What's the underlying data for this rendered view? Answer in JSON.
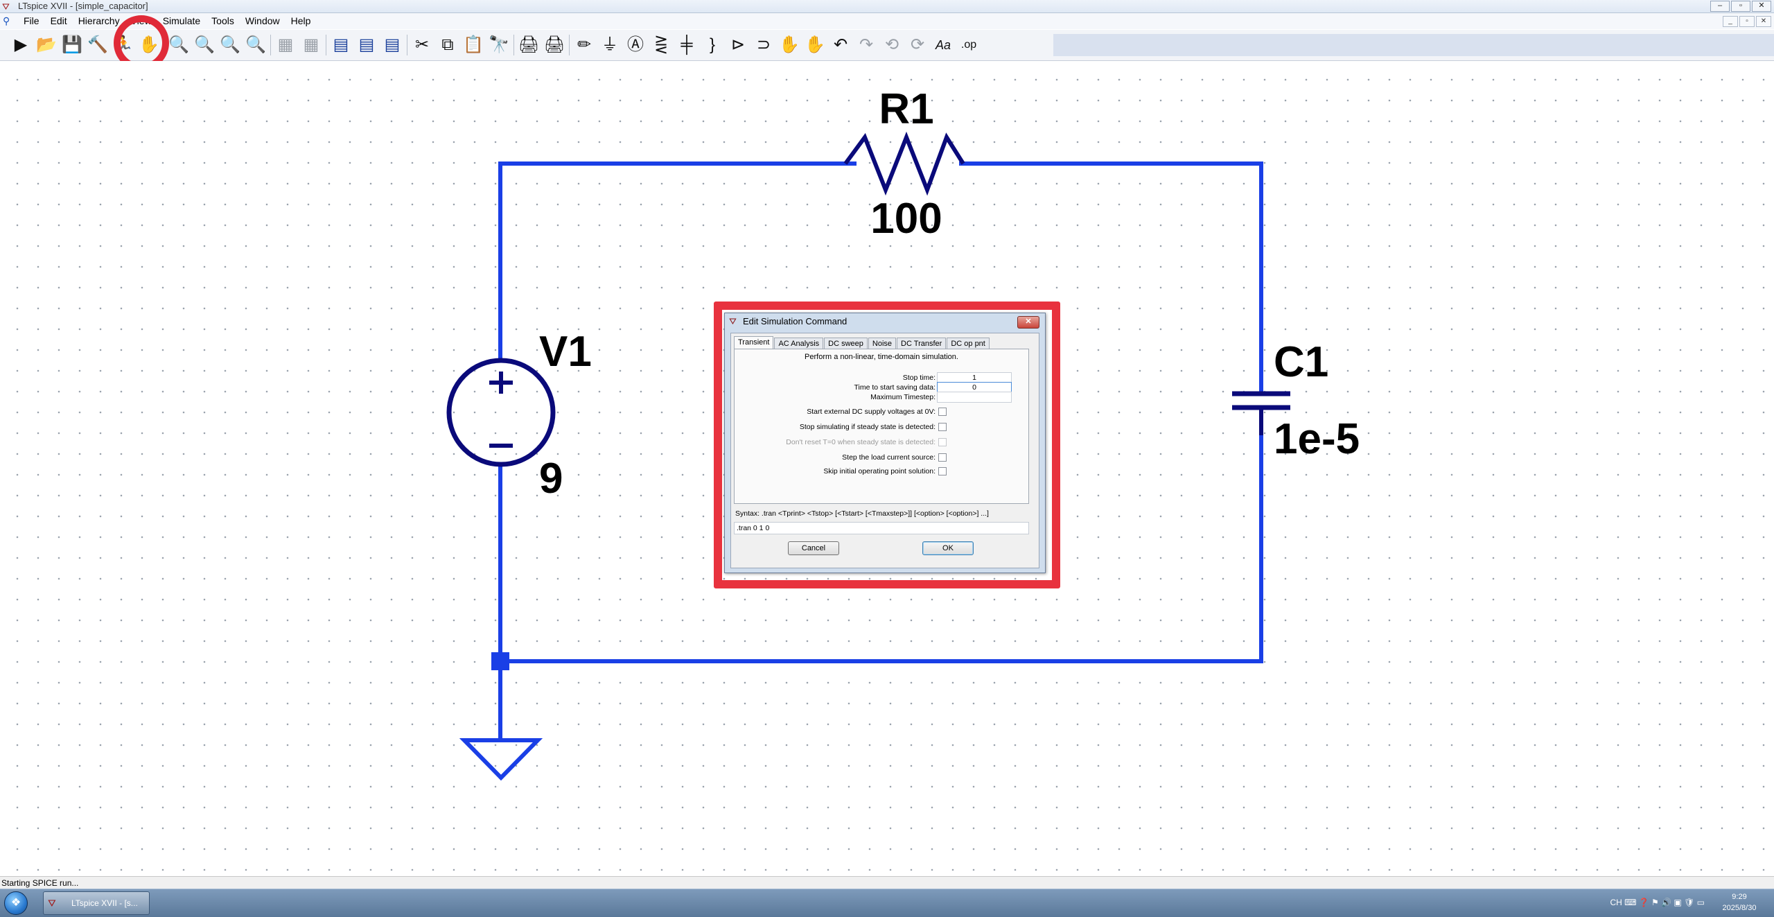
{
  "window": {
    "title": "LTspice XVII - [simple_capacitor]",
    "buttons": {
      "minimize": "–",
      "restore": "▫",
      "close": "✕"
    }
  },
  "menubar": {
    "items": [
      "File",
      "Edit",
      "Hierarchy",
      "View",
      "Simulate",
      "Tools",
      "Window",
      "Help"
    ],
    "mdi_buttons": {
      "minimize": "_",
      "restore": "▫",
      "close": "✕"
    }
  },
  "toolbar": {
    "buttons": [
      {
        "icon": "open-schematic-icon",
        "glyph": "▶"
      },
      {
        "icon": "open-folder-icon",
        "glyph": "📂"
      },
      {
        "icon": "save-icon",
        "glyph": "💾"
      },
      {
        "icon": "control-panel-icon",
        "glyph": "🔨"
      },
      {
        "icon": "run-icon",
        "glyph": "🏃"
      },
      {
        "icon": "halt-icon",
        "glyph": "✋"
      },
      {
        "icon": "zoom-in-icon",
        "glyph": "🔍"
      },
      {
        "icon": "pan-icon",
        "glyph": "🔍"
      },
      {
        "icon": "zoom-out-icon",
        "glyph": "🔍"
      },
      {
        "icon": "zoom-fit-icon",
        "glyph": "🔍"
      },
      {
        "icon": "autorange-icon",
        "glyph": "▦"
      },
      {
        "icon": "delete-trace-icon",
        "glyph": "▦"
      },
      {
        "icon": "tile-horizontal-icon",
        "glyph": "▤"
      },
      {
        "icon": "cascade-icon",
        "glyph": "▤"
      },
      {
        "icon": "tile-vertical-icon",
        "glyph": "▤"
      },
      {
        "icon": "cut-icon",
        "glyph": "✂"
      },
      {
        "icon": "copy-icon",
        "glyph": "⧉"
      },
      {
        "icon": "paste-icon",
        "glyph": "📋"
      },
      {
        "icon": "find-icon",
        "glyph": "🔭"
      },
      {
        "icon": "print-preview-icon",
        "glyph": "🖨"
      },
      {
        "icon": "print-icon",
        "glyph": "🖨"
      },
      {
        "icon": "draw-wire-icon",
        "glyph": "✏"
      },
      {
        "icon": "ground-icon",
        "glyph": "⏚"
      },
      {
        "icon": "label-net-icon",
        "glyph": "Ⓐ"
      },
      {
        "icon": "resistor-icon",
        "glyph": "⋛"
      },
      {
        "icon": "capacitor-icon",
        "glyph": "╪"
      },
      {
        "icon": "inductor-icon",
        "glyph": "}"
      },
      {
        "icon": "diode-icon",
        "glyph": "⊳"
      },
      {
        "icon": "component-icon",
        "glyph": "⊃"
      },
      {
        "icon": "move-icon",
        "glyph": "✋"
      },
      {
        "icon": "drag-icon",
        "glyph": "✋"
      },
      {
        "icon": "undo-icon",
        "glyph": "↶"
      },
      {
        "icon": "redo-icon",
        "glyph": "↷"
      },
      {
        "icon": "rotate-icon",
        "glyph": "⟲"
      },
      {
        "icon": "mirror-icon",
        "glyph": "⟳"
      },
      {
        "icon": "text-icon",
        "glyph": "Aa"
      },
      {
        "icon": "spice-directive-icon",
        "glyph": ".op"
      }
    ]
  },
  "schematic": {
    "resistor": {
      "name": "R1",
      "value": "100"
    },
    "source": {
      "name": "V1",
      "value": "9"
    },
    "capacitor": {
      "name": "C1",
      "value": "1e-5"
    },
    "colors": {
      "wire": "#1a3fe6",
      "component": "#0a0a7a",
      "highlight": "#e02a38"
    }
  },
  "dialog": {
    "title": "Edit Simulation Command",
    "close_glyph": "✕",
    "tabs": [
      "Transient",
      "AC Analysis",
      "DC sweep",
      "Noise",
      "DC Transfer",
      "DC op pnt"
    ],
    "active_tab": "Transient",
    "description": "Perform a non-linear, time-domain simulation.",
    "fields": {
      "stop_time": {
        "label": "Stop time:",
        "value": "1"
      },
      "start_saving": {
        "label": "Time to start saving data:",
        "value": "0"
      },
      "max_timestep": {
        "label": "Maximum Timestep:",
        "value": ""
      }
    },
    "checkboxes": [
      {
        "label": "Start external DC supply voltages at 0V:",
        "checked": false,
        "disabled": false
      },
      {
        "label": "Stop simulating if steady state is detected:",
        "checked": false,
        "disabled": false
      },
      {
        "label": "Don't reset T=0 when steady state is detected:",
        "checked": false,
        "disabled": true
      },
      {
        "label": "Step the load current source:",
        "checked": false,
        "disabled": false
      },
      {
        "label": "Skip initial operating point solution:",
        "checked": false,
        "disabled": false
      }
    ],
    "syntax": "Syntax:  .tran <Tprint> <Tstop> [<Tstart> [<Tmaxstep>]] [<option> [<option>] ...]",
    "command": ".tran 0 1 0",
    "cancel_label": "Cancel",
    "ok_label": "OK"
  },
  "statusbar": {
    "text": "Starting SPICE run..."
  },
  "taskbar": {
    "start_glyph": "❖",
    "task_label": "LTspice XVII - [s...",
    "tray_icons": "CH ⌨ ❓ ⚑ 🔊 ▣ 🛡 ▭",
    "time": "9:29",
    "date": "2025/8/30"
  }
}
